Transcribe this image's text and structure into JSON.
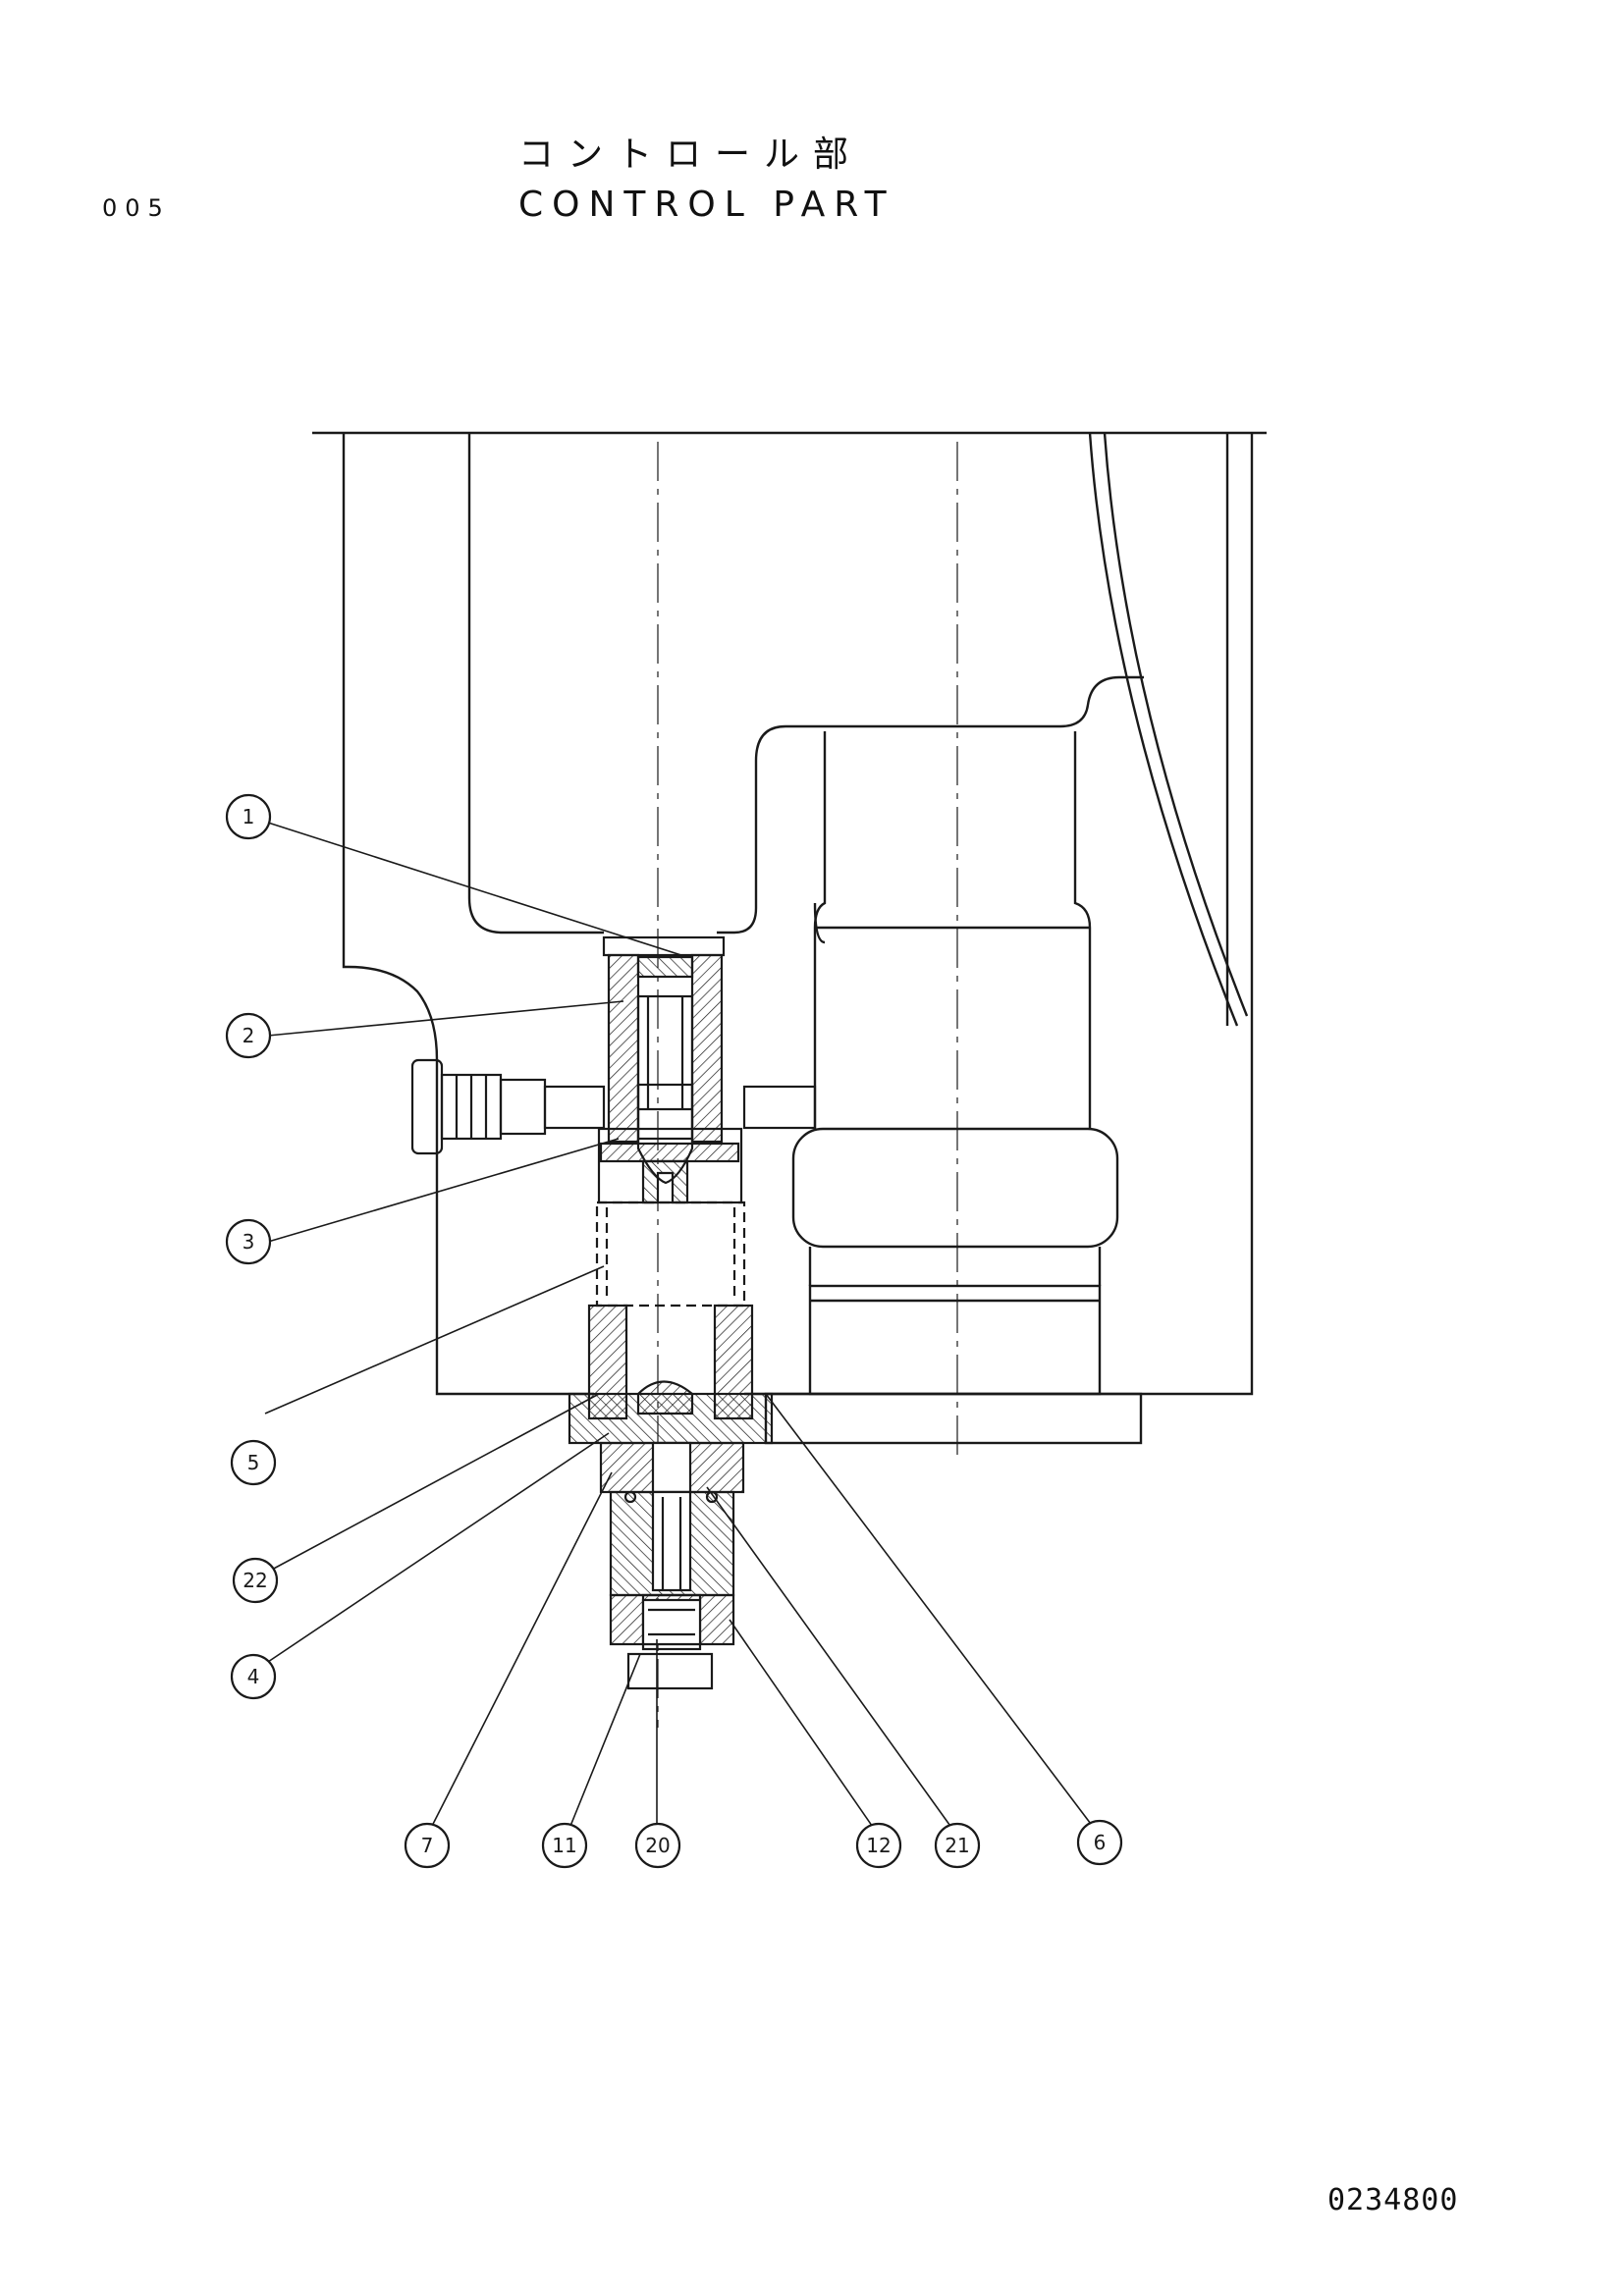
{
  "header": {
    "page_number": "005",
    "title_ja": "コントロール部",
    "title_en": "CONTROL PART"
  },
  "footer": {
    "drawing_number": "0234800"
  },
  "callouts": [
    {
      "label": "1"
    },
    {
      "label": "2"
    },
    {
      "label": "3"
    },
    {
      "label": "5"
    },
    {
      "label": "22"
    },
    {
      "label": "4"
    },
    {
      "label": "7"
    },
    {
      "label": "11"
    },
    {
      "label": "20"
    },
    {
      "label": "12"
    },
    {
      "label": "21"
    },
    {
      "label": "6"
    }
  ],
  "colors": {
    "line": "#1a1a1a",
    "paper": "#ffffff"
  }
}
